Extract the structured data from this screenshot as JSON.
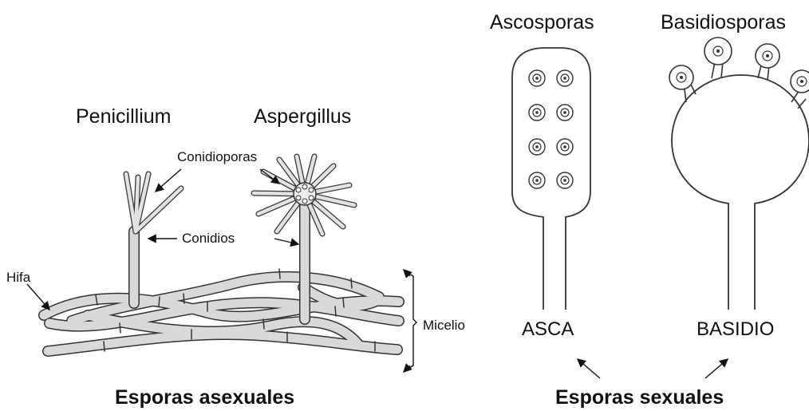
{
  "labels": {
    "penicillium": "Penicillium",
    "aspergillus": "Aspergillus",
    "conidioporas": "Conidioporas",
    "conidios": "Conidios",
    "hifa": "Hifa",
    "micelio": "Micelio",
    "esporas_asexuales": "Esporas asexuales",
    "ascosporas": "Ascosporas",
    "basidiosporas": "Basidiosporas",
    "asca": "ASCA",
    "basidio": "BASIDIO",
    "esporas_sexuales": "Esporas sexuales"
  }
}
